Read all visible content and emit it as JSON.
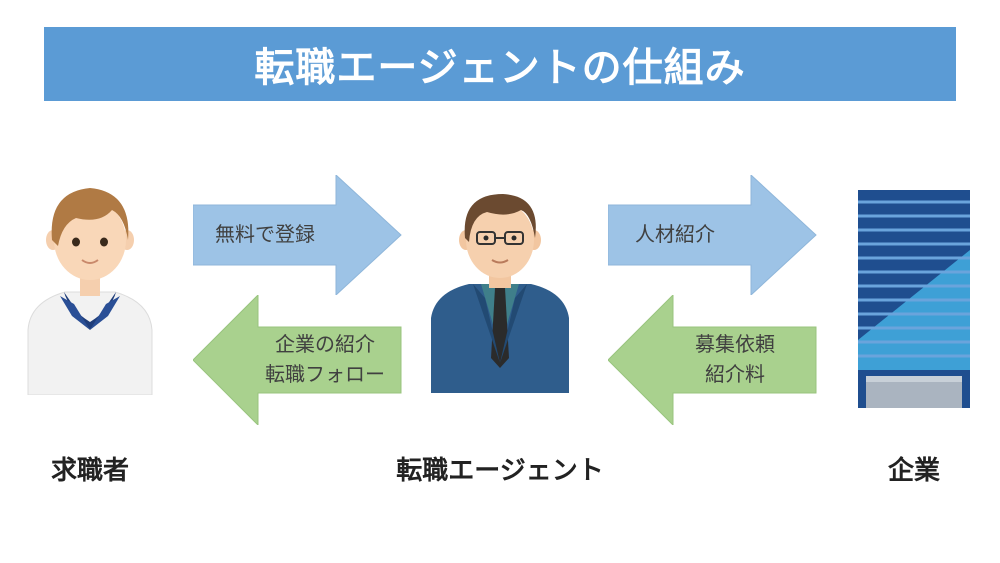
{
  "title": "転職エージェントの仕組み",
  "colors": {
    "title_bar": "#5b9bd5",
    "arrow_blue": "#9dc3e6",
    "arrow_green": "#a9d18e"
  },
  "arrows": {
    "seeker_to_agent": "無料で登録",
    "agent_to_seeker_line1": "企業の紹介",
    "agent_to_seeker_line2": "転職フォロー",
    "agent_to_company": "人材紹介",
    "company_to_agent_line1": "募集依頼",
    "company_to_agent_line2": "紹介料"
  },
  "roles": {
    "seeker": "求職者",
    "agent": "転職エージェント",
    "company": "企業"
  },
  "icons": {
    "seeker": "job-seeker-person-icon",
    "agent": "agent-person-icon",
    "company": "company-building-icon"
  }
}
